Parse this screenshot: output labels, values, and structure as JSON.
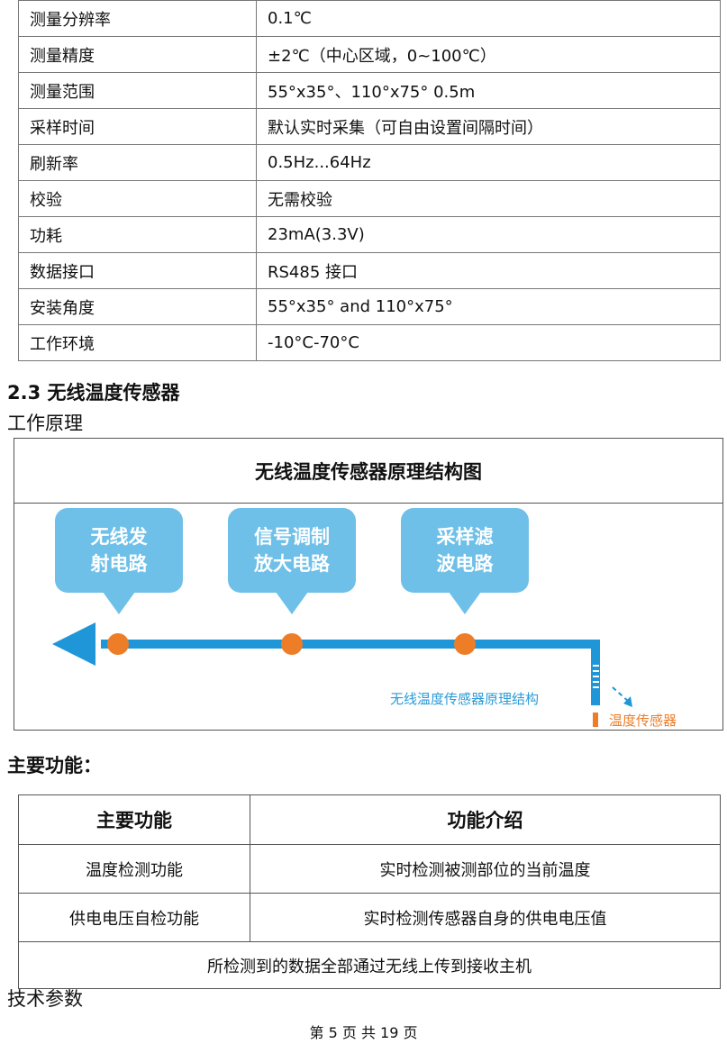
{
  "spec_rows": [
    {
      "label": "测量分辨率",
      "value": "0.1℃"
    },
    {
      "label": "测量精度",
      "value": "±2℃（中心区域，0~100℃）"
    },
    {
      "label": "测量范围",
      "value": "55°x35°、110°x75°  0.5m"
    },
    {
      "label": "采样时间",
      "value": "默认实时采集（可自由设置间隔时间）"
    },
    {
      "label": "刷新率",
      "value": "0.5Hz...64Hz"
    },
    {
      "label": "校验",
      "value": "无需校验"
    },
    {
      "label": "功耗",
      "value": "23mA(3.3V)"
    },
    {
      "label": "数据接口",
      "value": "RS485 接口"
    },
    {
      "label": "安装角度",
      "value": "55°x35° and 110°x75°"
    },
    {
      "label": "工作环境",
      "value": "-10°C-70°C"
    }
  ],
  "section_title": "2.3 无线温度传感器",
  "subsection_title": "工作原理",
  "diagram": {
    "title": "无线温度传感器原理结构图",
    "bubbles": [
      "无线发\n射电路",
      "信号调制\n放大电路",
      "采样滤\n波电路"
    ],
    "caption": "无线温度传感器原理结构",
    "sensor_label": "温度传感器",
    "colors": {
      "bubble": "#6fc0e8",
      "line": "#1e96d8",
      "node": "#ee7d28"
    }
  },
  "functions": {
    "heading": "主要功能：",
    "headers": [
      "主要功能",
      "功能介绍"
    ],
    "rows": [
      [
        "温度检测功能",
        "实时检测被测部位的当前温度"
      ],
      [
        "供电电压自检功能",
        "实时检测传感器自身的供电电压值"
      ]
    ],
    "footer_row": "所检测到的数据全部通过无线上传到接收主机"
  },
  "tech_heading": "技术参数",
  "page_footer": "第 5 页 共 19 页"
}
